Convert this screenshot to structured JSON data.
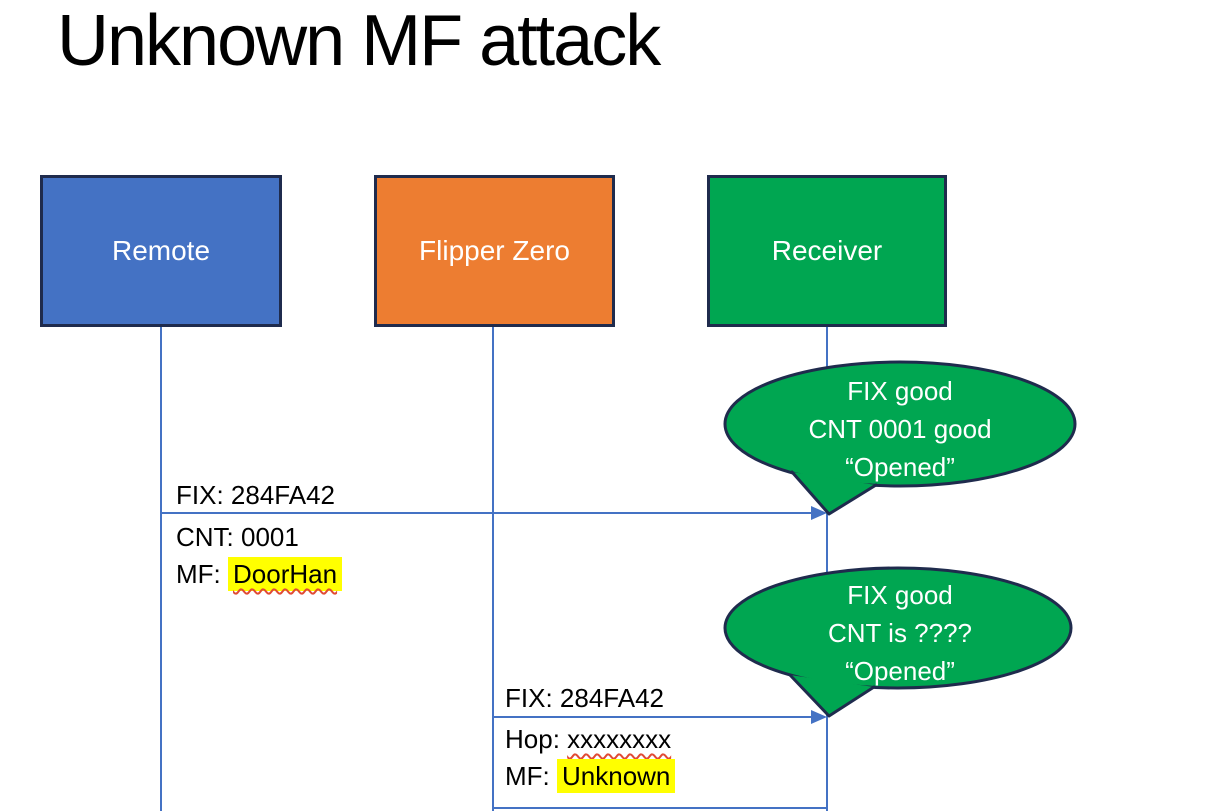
{
  "title": "Unknown MF attack",
  "actors": [
    {
      "label": "Remote"
    },
    {
      "label": "Flipper Zero"
    },
    {
      "label": "Receiver"
    }
  ],
  "messages": [
    {
      "above": "FIX: 284FA42",
      "below1": "CNT: 0001",
      "below2_prefix": "MF: ",
      "below2_value": "DoorHan"
    },
    {
      "above": "FIX: 284FA42",
      "below1_prefix": "Hop: ",
      "below1_value": "xxxxxxxx",
      "below2_prefix": "MF: ",
      "below2_value": "Unknown"
    }
  ],
  "callouts": [
    {
      "line1": "FIX good",
      "line2": "CNT 0001 good",
      "line3": "“Opened”"
    },
    {
      "line1": "FIX good",
      "line2": "CNT is ????",
      "line3": "“Opened”"
    }
  ],
  "colors": {
    "actor-blue": "#4472C4",
    "actor-orange": "#ED7D31",
    "actor-green": "#00A651",
    "outline-navy": "#1F2B4D",
    "connector-blue": "#4472C4",
    "highlight-yellow": "#FFFF00",
    "spellcheck-red": "#E04B35"
  }
}
